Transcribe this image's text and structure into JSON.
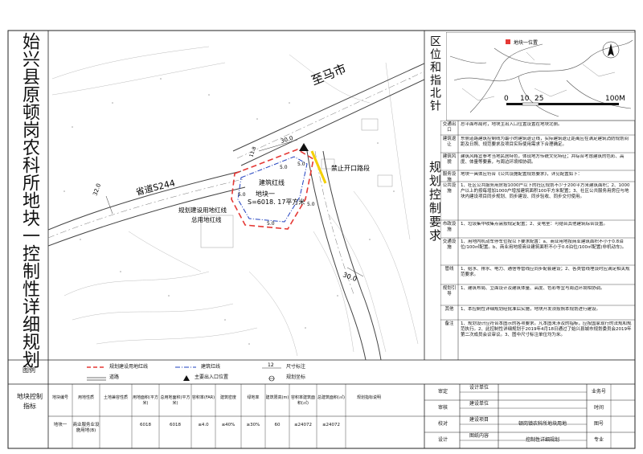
{
  "sheet_title": "始兴县原顿岗农科所地块一控制性详细规划",
  "map": {
    "road_city": "至马市",
    "road_s244": "省道S244",
    "no_entry": "禁止开口路段",
    "redline_label": "建筑红线",
    "plot_name": "地块一",
    "plot_area": "S=6018. 17平方米",
    "plan_line_label_1": "规划建设用地红线",
    "plan_line_label_2": "总用地红线",
    "dims": [
      "30.0",
      "32.0",
      "30.0",
      "11.8",
      "5.0",
      "5.0",
      "5.0",
      "5.0",
      "5.0"
    ]
  },
  "location_map": {
    "title": "区位和指北针",
    "scale_ticks": [
      "0",
      "10",
      "25",
      "100M"
    ],
    "place": "地块一位置"
  },
  "control_title": "规划控制要求",
  "control_rows": [
    {
      "label": "交通出口",
      "text": "总平面布局时，地块主出入口位置设置在地块北侧。"
    },
    {
      "label": "建筑退让",
      "text": "东侧道路建筑控制线为最小的建筑退让线，实际建筑退让距离应在满足建筑消防规划间距及日照、规范要求及项目实际使用需求下合理确定。"
    },
    {
      "label": "建筑风貌",
      "text": "建筑风格宜参考当地民居特色，体现地方传统文化特征；并综合考虑建筑的色彩、高度、体量等要素，与周边环境相协调。"
    },
    {
      "label": "服务设施",
      "text": "地块一具体应符合《公共设施配置规划要求》，详见配置如下："
    },
    {
      "label": "公共设施",
      "text": "1、社区公共服务用房按1000户以下的社区规划不少于200平方米建筑面积；2、1000户以上的按每增加1000户增加建筑面积100平方米配置；3、社区公共服务用房应与地块内建设项目同步规划、同步建设、同步验收、同步交付使用。"
    },
    {
      "label": "市政设施",
      "text": "1、垃圾集中收集点需按规定配置；2、变电室：可结合其他建筑综合设置。"
    },
    {
      "label": "交通设施",
      "text": "1、用地内机动车停车位按以下要求配置：a、商业用地按商业建筑面积不小于0.8泊位/100㎡配置。b、商业用地按商业建筑面积不小于0.6泊位/100㎡配置(非机动车)。"
    },
    {
      "label": "管线",
      "text": "1、给水、排水、电力、通信等管线应同步配套建设；2、各类管线埋设时应满足相关规范要求。"
    },
    {
      "label": "规划引导",
      "text": "1、建筑布局、立面设计及建筑体量、高度、色彩等宜与周边环境相协调。"
    },
    {
      "label": "其他",
      "text": "1、本控制性详细规划经批准后实施，地块开发须按照本规划进行建设。"
    },
    {
      "label": "备注",
      "text": "1、规划设计应符合本图示的各项要求。凡本图未涉及的指标，应按国家现行的法规和规范执行。2、此控制性详细规划于2019年4月18日通过了始兴县城市规划委员会2019年第二次成员会议审议。3、图中尺寸标注单位均为米。"
    }
  ],
  "legend": {
    "title": "图例",
    "items": [
      "规划建设用地红线",
      "建筑红线",
      "尺寸标注",
      "道路",
      "主要出入口位置",
      "规划坐标"
    ],
    "dim_value": "12"
  },
  "indicator_table": {
    "title": "地块控制指标",
    "headers": [
      "地块编号",
      "用地性质",
      "土地兼容性质",
      "用地面积(平方米)",
      "总用地面积(平方米)",
      "容积率(FAR)",
      "建筑密度",
      "绿地率",
      "建筑限高(m)",
      "容积率建筑面积(㎡)",
      "总建筑面积(㎡)",
      "规划指标说明"
    ],
    "row": [
      "地块一",
      "商业服务业设施用地(B)",
      "",
      "6018",
      "6018",
      "≤4.0",
      "≤40%",
      "≥30%",
      "60",
      "≤24072",
      "≤24072",
      ""
    ]
  },
  "signoff": {
    "labels_left": [
      "审定",
      "审核",
      "校对",
      "设计"
    ],
    "labels_mid": [
      "设计单位",
      "建设单位",
      "建设项目",
      "图纸内容"
    ],
    "values_mid": [
      "",
      "",
      "顿岗镇农科所地块用地",
      "控制性详细规划"
    ],
    "labels_right": [
      "业务号",
      "时间",
      "图号",
      "专业"
    ]
  }
}
